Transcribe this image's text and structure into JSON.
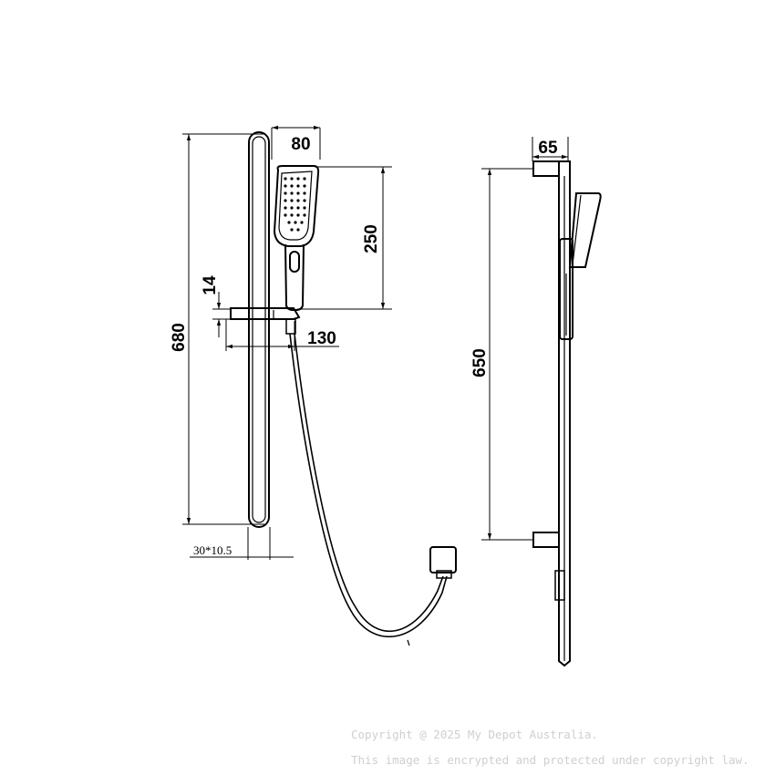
{
  "dimensions": {
    "rail_height": "680",
    "head_width": "80",
    "head_length": "250",
    "bracket_thickness": "14",
    "bracket_projection": "130",
    "rail_section": "30*10.5",
    "side_depth": "65",
    "side_bracket_spacing": "650"
  },
  "watermark": {
    "line1": "Copyright @ 2025 My Depot Australia.",
    "line2": "This image is encrypted and protected under copyright law."
  }
}
